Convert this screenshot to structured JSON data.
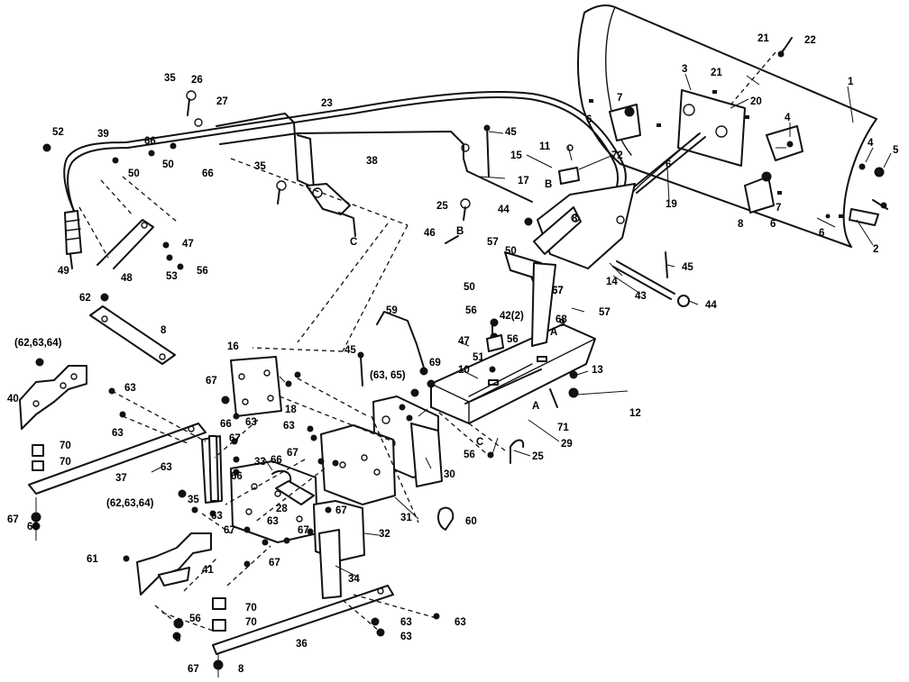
{
  "labels": [
    {
      "id": "p1",
      "text": "1"
    },
    {
      "id": "p2",
      "text": "2"
    },
    {
      "id": "p3",
      "text": "3"
    },
    {
      "id": "p4",
      "text": "4"
    },
    {
      "id": "p4b",
      "text": "4"
    },
    {
      "id": "p5",
      "text": "5"
    },
    {
      "id": "p6a",
      "text": "6"
    },
    {
      "id": "p6b",
      "text": "6"
    },
    {
      "id": "p6c",
      "text": "6"
    },
    {
      "id": "p6d",
      "text": "6"
    },
    {
      "id": "p6e",
      "text": "6"
    },
    {
      "id": "p7a",
      "text": "7"
    },
    {
      "id": "p7b",
      "text": "7"
    },
    {
      "id": "p8a",
      "text": "8"
    },
    {
      "id": "p8b",
      "text": "8"
    },
    {
      "id": "p8c",
      "text": "8"
    },
    {
      "id": "p8d",
      "text": "8"
    },
    {
      "id": "p9",
      "text": "9"
    },
    {
      "id": "p10",
      "text": "10"
    },
    {
      "id": "p11",
      "text": "11"
    },
    {
      "id": "p12",
      "text": "12"
    },
    {
      "id": "p13",
      "text": "13"
    },
    {
      "id": "p14",
      "text": "14"
    },
    {
      "id": "p15",
      "text": "15"
    },
    {
      "id": "p16",
      "text": "16"
    },
    {
      "id": "p17",
      "text": "17"
    },
    {
      "id": "p18",
      "text": "18"
    },
    {
      "id": "p19",
      "text": "19"
    },
    {
      "id": "p20",
      "text": "20"
    },
    {
      "id": "p21a",
      "text": "21"
    },
    {
      "id": "p21b",
      "text": "21"
    },
    {
      "id": "p22",
      "text": "22"
    },
    {
      "id": "p23",
      "text": "23"
    },
    {
      "id": "p25a",
      "text": "25"
    },
    {
      "id": "p25b",
      "text": "25"
    },
    {
      "id": "p26",
      "text": "26"
    },
    {
      "id": "p27",
      "text": "27"
    },
    {
      "id": "p28",
      "text": "28"
    },
    {
      "id": "p29",
      "text": "29"
    },
    {
      "id": "p30",
      "text": "30"
    },
    {
      "id": "p31",
      "text": "31"
    },
    {
      "id": "p32",
      "text": "32"
    },
    {
      "id": "p33",
      "text": "33"
    },
    {
      "id": "p34",
      "text": "34"
    },
    {
      "id": "p35a",
      "text": "35"
    },
    {
      "id": "p35b",
      "text": "35"
    },
    {
      "id": "p35c",
      "text": "35"
    },
    {
      "id": "p36",
      "text": "36"
    },
    {
      "id": "p37",
      "text": "37"
    },
    {
      "id": "p38",
      "text": "38"
    },
    {
      "id": "p39",
      "text": "39"
    },
    {
      "id": "p40",
      "text": "40"
    },
    {
      "id": "p41",
      "text": "41"
    },
    {
      "id": "p42",
      "text": "42(2)"
    },
    {
      "id": "p43",
      "text": "43"
    },
    {
      "id": "p44a",
      "text": "44"
    },
    {
      "id": "p44b",
      "text": "44"
    },
    {
      "id": "p45a",
      "text": "45"
    },
    {
      "id": "p45b",
      "text": "45"
    },
    {
      "id": "p45c",
      "text": "45"
    },
    {
      "id": "p46",
      "text": "46"
    },
    {
      "id": "p47a",
      "text": "47"
    },
    {
      "id": "p47b",
      "text": "47"
    },
    {
      "id": "p48",
      "text": "48"
    },
    {
      "id": "p49",
      "text": "49"
    },
    {
      "id": "p50a",
      "text": "50"
    },
    {
      "id": "p50b",
      "text": "50"
    },
    {
      "id": "p50c",
      "text": "50"
    },
    {
      "id": "p50d",
      "text": "50"
    },
    {
      "id": "p51",
      "text": "51"
    },
    {
      "id": "p52",
      "text": "52"
    },
    {
      "id": "p53",
      "text": "53"
    },
    {
      "id": "p56a",
      "text": "56"
    },
    {
      "id": "p56b",
      "text": "56"
    },
    {
      "id": "p56c",
      "text": "56"
    },
    {
      "id": "p56d",
      "text": "56"
    },
    {
      "id": "p56e",
      "text": "56"
    },
    {
      "id": "p57a",
      "text": "57"
    },
    {
      "id": "p57b",
      "text": "57"
    },
    {
      "id": "p57c",
      "text": "57"
    },
    {
      "id": "p59",
      "text": "59"
    },
    {
      "id": "p60",
      "text": "60"
    },
    {
      "id": "p61",
      "text": "61"
    },
    {
      "id": "p62a",
      "text": "62"
    },
    {
      "id": "p62b",
      "text": "(62,63,64)"
    },
    {
      "id": "p62c",
      "text": "(62,63,64)"
    },
    {
      "id": "p63a",
      "text": "63"
    },
    {
      "id": "p63b",
      "text": "63"
    },
    {
      "id": "p63c",
      "text": "63"
    },
    {
      "id": "p63d",
      "text": "63"
    },
    {
      "id": "p63e",
      "text": "63"
    },
    {
      "id": "p63f",
      "text": "63"
    },
    {
      "id": "p63g",
      "text": "63"
    },
    {
      "id": "p63h",
      "text": "63"
    },
    {
      "id": "p63i",
      "text": "63"
    },
    {
      "id": "p63j",
      "text": "63"
    },
    {
      "id": "p63k",
      "text": "(63, 65)"
    },
    {
      "id": "p66a",
      "text": "66"
    },
    {
      "id": "p66b",
      "text": "66"
    },
    {
      "id": "p66c",
      "text": "66"
    },
    {
      "id": "p66d",
      "text": "66"
    },
    {
      "id": "p66e",
      "text": "66"
    },
    {
      "id": "p66f",
      "text": "66"
    },
    {
      "id": "p67a",
      "text": "67"
    },
    {
      "id": "p67b",
      "text": "67"
    },
    {
      "id": "p67c",
      "text": "67"
    },
    {
      "id": "p67d",
      "text": "67"
    },
    {
      "id": "p67e",
      "text": "67"
    },
    {
      "id": "p67f",
      "text": "67"
    },
    {
      "id": "p67g",
      "text": "67"
    },
    {
      "id": "p67h",
      "text": "67"
    },
    {
      "id": "p67i",
      "text": "67"
    },
    {
      "id": "p67j",
      "text": "67"
    },
    {
      "id": "p68",
      "text": "68"
    },
    {
      "id": "p69",
      "text": "69"
    },
    {
      "id": "p70a",
      "text": "70"
    },
    {
      "id": "p70b",
      "text": "70"
    },
    {
      "id": "p70c",
      "text": "70"
    },
    {
      "id": "p70d",
      "text": "70"
    },
    {
      "id": "p71",
      "text": "71"
    },
    {
      "id": "p72",
      "text": "72"
    },
    {
      "id": "lA1",
      "text": "A"
    },
    {
      "id": "lA2",
      "text": "A"
    },
    {
      "id": "lB1",
      "text": "B"
    },
    {
      "id": "lB2",
      "text": "B"
    },
    {
      "id": "lC1",
      "text": "C"
    },
    {
      "id": "lC2",
      "text": "C"
    }
  ]
}
